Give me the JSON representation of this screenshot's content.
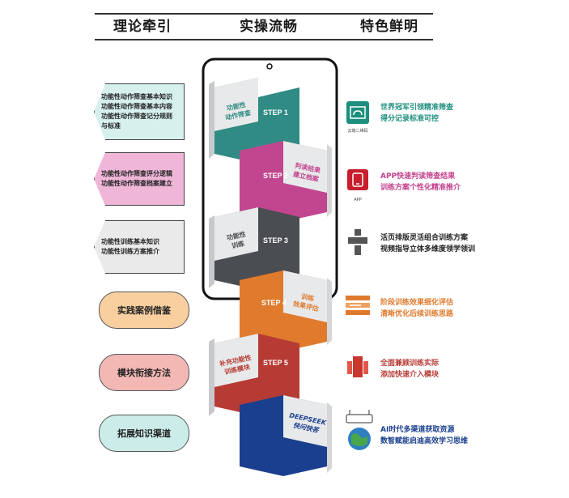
{
  "headers": {
    "theory": "理论牵引",
    "practice": "实操流畅",
    "feature": "特色鲜明"
  },
  "left_panels": [
    {
      "lines": [
        "功能性动作筛查基本知识",
        "功能性动作筛查基本内容",
        "功能性动作筛查记分规则",
        "与标准"
      ],
      "color": "#d6f0ee"
    },
    {
      "lines": [
        "功能性动作筛查评分逻辑",
        "功能性动作筛查档案建立"
      ],
      "color": "#efb6d8"
    },
    {
      "lines": [
        "功能性训练基本知识",
        "功能性训练方案推介"
      ],
      "color": "#eaeaea"
    }
  ],
  "pills": [
    {
      "label": "实践案例借鉴",
      "color": "#f9cf9f"
    },
    {
      "label": "模块衔接方法",
      "color": "#f3b8b4"
    },
    {
      "label": "拓展知识渠道",
      "color": "#cbece8"
    }
  ],
  "steps": [
    {
      "step": "STEP 1",
      "text": [
        "功能性",
        "动作筛查"
      ],
      "color": "#2f8b84"
    },
    {
      "step": "STEP 2",
      "text": [
        "判读结果",
        "建立档案"
      ],
      "color": "#c2468f"
    },
    {
      "step": "STEP 3",
      "text": [
        "功能性",
        "训练"
      ],
      "color": "#4a4d52"
    },
    {
      "step": "STEP 4",
      "text": [
        "训练",
        "效果评估"
      ],
      "color": "#e07b2e"
    },
    {
      "step": "STEP 5",
      "text": [
        "补充功能性",
        "训练模块"
      ],
      "color": "#b73b35"
    },
    {
      "step": "",
      "text": [
        "DEEPSEEK",
        "快问快答"
      ],
      "color": "#1b3f8f"
    }
  ],
  "features": [
    {
      "lines": [
        "世界冠军引领精准筛查",
        "得分记录标准可控"
      ],
      "color": "#1e8f7e",
      "icon": "cloud-qr-icon",
      "icon_label": "云端二维码"
    },
    {
      "lines": [
        "APP快速判读筛查结果",
        "训练方案个性化精准推介"
      ],
      "color": "#c2418c",
      "icon": "app-icon",
      "icon_label": "APP"
    },
    {
      "lines": [
        "活页排版灵活组合训练方案",
        "视频指导立体多维度领学领训"
      ],
      "color": "#222222",
      "icon": "looseleaf-icon",
      "icon_label": ""
    },
    {
      "lines": [
        "阶段训练效果细化评估",
        "清晰优化后续训练思路"
      ],
      "color": "#e07b2e",
      "icon": "evaluation-list-icon",
      "icon_label": ""
    },
    {
      "lines": [
        "全面兼顾训练实际",
        "添加快速介入模块"
      ],
      "color": "#b73b35",
      "icon": "module-stack-icon",
      "icon_label": ""
    },
    {
      "lines": [
        "AI时代多渠道获取资源",
        "数智赋能启迪高效学习思维"
      ],
      "color": "#1b3f8f",
      "icon": "globe-router-icon",
      "icon_label": ""
    }
  ]
}
